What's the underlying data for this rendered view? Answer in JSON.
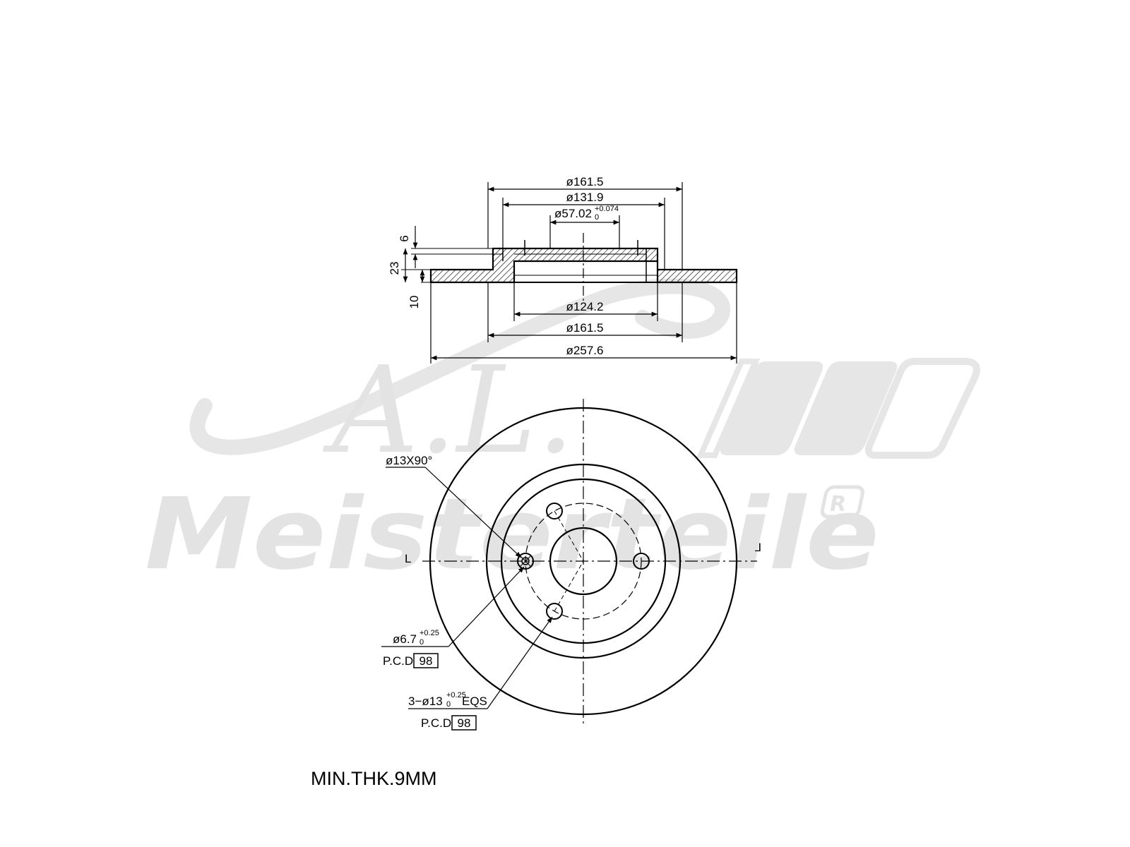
{
  "watermark": {
    "script": "A.L.",
    "brand": "Meisterteile",
    "registered": "R"
  },
  "section_view": {
    "top_dims": [
      "ø161.5",
      "ø131.9",
      "ø57.02"
    ],
    "bore_tol_upper": "+0.074",
    "bore_tol_lower": "0",
    "bottom_dims": [
      "ø124.2",
      "ø161.5",
      "ø257.6"
    ],
    "vertical_dims": [
      "6",
      "23",
      "10"
    ]
  },
  "plan_view": {
    "chamfer": "ø13X90°",
    "pin_hole": "ø6.7",
    "pin_tol_upper": "+0.25",
    "pin_tol_lower": "0",
    "pcd_label": "P.C.D",
    "pcd_value": "98",
    "bolt_prefix": "3−ø13",
    "bolt_tol_upper": "+0.25",
    "bolt_tol_lower": "0",
    "bolt_suffix": "EQS",
    "bolt_pcd_label": "P.C.D",
    "bolt_pcd_value": "98",
    "section_marker": "L"
  },
  "note": "MIN.THK.9MM"
}
